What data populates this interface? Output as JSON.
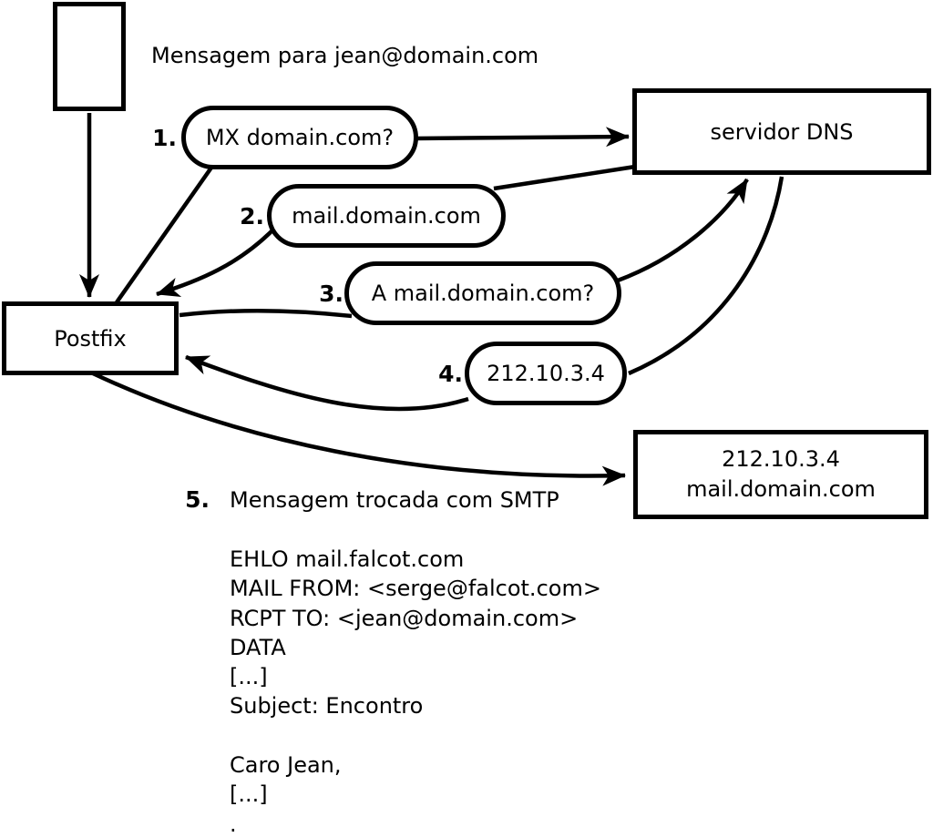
{
  "colors": {
    "ink": "#000000",
    "paper": "#ffffff"
  },
  "diagram": {
    "message_label": "Mensagem para jean@domain.com",
    "nodes": {
      "postfix_label": "Postfix",
      "dns_label": "servidor DNS",
      "dest_line1": "212.10.3.4",
      "dest_line2": "mail.domain.com"
    },
    "steps": [
      {
        "num": "1.",
        "label": "MX domain.com?"
      },
      {
        "num": "2.",
        "label": "mail.domain.com"
      },
      {
        "num": "3.",
        "label": "A mail.domain.com?"
      },
      {
        "num": "4.",
        "label": "212.10.3.4"
      },
      {
        "num": "5.",
        "label": "Mensagem trocada com SMTP"
      }
    ],
    "smtp_transcript": [
      "EHLO mail.falcot.com",
      "MAIL FROM: <serge@falcot.com>",
      "RCPT TO: <jean@domain.com>",
      "DATA",
      "[...]",
      "Subject: Encontro",
      "",
      "Caro Jean,",
      "[...]",
      "."
    ]
  }
}
